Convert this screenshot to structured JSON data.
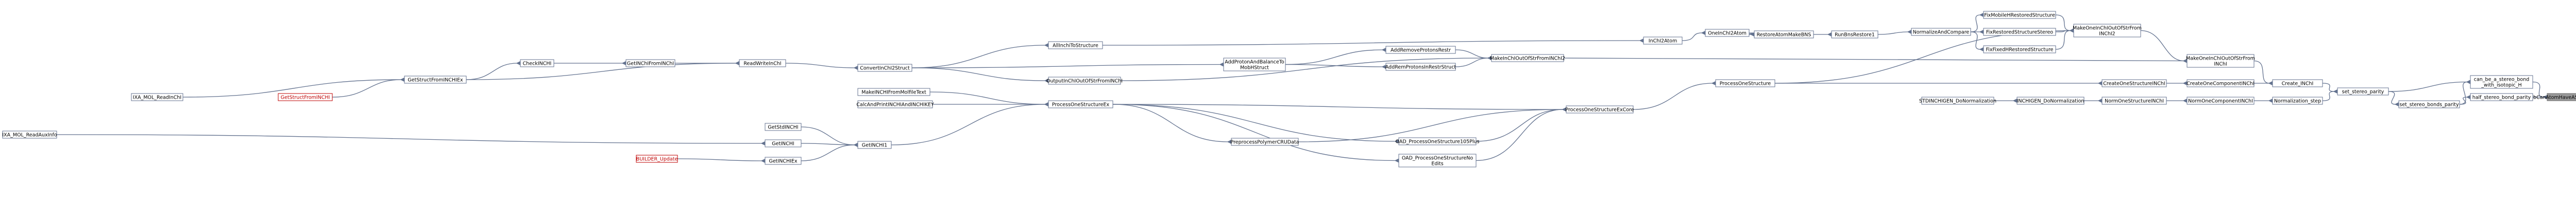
{
  "nodes": {
    "bcan": "bCanAtomHaveAStereoBond",
    "can_be": [
      "can_be_a_stereo_bond",
      "_with_isotopic_H"
    ],
    "half_stereo": "half_stereo_bond_parity",
    "set_stereo_bonds": "set_stereo_bonds_parity",
    "set_stereo_parity": "set_stereo_parity",
    "create_inchi": "Create_INChI",
    "normalization_step": "Normalization_step",
    "make_ochi_inchi": [
      "MakeOneInChIOutOfStrFrom",
      "INChI"
    ],
    "create_one_component": "CreateOneComponentINChI",
    "norm_one_component": "NormOneComponentINChI",
    "make_ochi_inchi2": [
      "MakeOneInChIOutOfStrFrom",
      "INChI2"
    ],
    "fix_mobile": "FixMobileHRestoredStructure",
    "fix_restored_stereo": "FixRestoredStructureStereo",
    "fix_unexpected": "FixFixedHRestoredStructure",
    "normalize_and_compare": "NormalizeAndCompare",
    "run_bns_restore": "RunBnsRestore1",
    "restore_atom_make_bns": "RestoreAtomMakeBNS",
    "oneinchi_2_atom": "OneInChI2Atom",
    "inchi_2_atom": "InChI2Atom",
    "allinchi_to_structure": "AllInchiToStructure",
    "add_remove_protons": "AddRemoveProtonsRestr",
    "add_rem_protons_in_restr": "AddRemProtonsInRestrStruct",
    "make_inchi_out_of_str2": "MakeInChIOutOfStrFromINChI2",
    "add_protons_and_balance": [
      "AddProtonAndBalanceTo",
      "MobHStruct"
    ],
    "output_inchi_out_of_str": "OutputInChIOutOfStrFromINChI",
    "process_one_structure": "ProcessOneStructure",
    "create_one_structure": "CreateOneStructureINChI",
    "norm_one_structure": "NormOneStructureINChI",
    "inchigen_donormalization": "INCHIGEN_DoNormalization",
    "stdinchigen_donormalization": "STDINCHIGEN_DoNormalization",
    "process_one_structure_ex": "ProcessOneStructureEx",
    "process_one_structure_excore": "ProcessOneStructureExCore",
    "convert_inchi_2_struct": "ConvertInChI2Struct",
    "read_write_inchi": "ReadWriteInChI",
    "get_inchi_from_inchi": "GetINChIFromINChI",
    "check_inchi": "CheckINCHI",
    "get_struct_from_inchiex": "GetStructFromINCHIEx",
    "get_struct_from_inchi": "GetStructFromINCHI",
    "ixa_mol_readinchi": "IXA_MOL_ReadInChI",
    "ixa_mol_readauxinfo": "IXA_MOL_ReadAuxInfo",
    "make_inchi_from_molfile": "MakeINCHIFromMolfileText",
    "calc_and_print": "CalcAndPrintINCHIAndINCHIKEY",
    "get_std_inchi": "GetStdINCHI",
    "get_inchi": "GetINCHI",
    "get_inchi1": "GetINCHI1",
    "builder_update": "BUILDER_Update",
    "get_inchiex": "GetINCHIEx",
    "preprocess_polymer": "PreprocessPolymerCRUData",
    "oad_process_one_structure": "OAD_ProcessOneStructure105Plus",
    "oad_process_one_structure_edits": [
      "OAD_ProcessOneStructureNo",
      "Edits"
    ]
  },
  "colors": {
    "edge": "#63728f",
    "root_fill": "#999999",
    "red_text": "#bf0000"
  }
}
